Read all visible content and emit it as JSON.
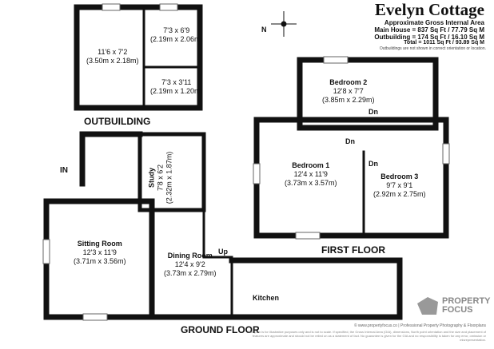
{
  "header": {
    "title": "Evelyn Cottage",
    "subtitle": "Approximate Gross Internal Area",
    "main_house": "Main House = 837 Sq Ft / 77.79 Sq M",
    "outbuilding": "Outbuilding = 174 Sq Ft / 16.10 Sq M",
    "total": "Total = 1011 Sq Ft / 93.89 Sq M",
    "note": "Outbuildings are not shown in correct orientation or location."
  },
  "compass": {
    "label": "N"
  },
  "outbuilding": {
    "label": "OUTBUILDING",
    "rooms": [
      {
        "dims": "11'6 x 7'2",
        "metric": "(3.50m x 2.18m)"
      },
      {
        "dims": "7'3 x 6'9",
        "metric": "(2.19m x 2.06m)"
      },
      {
        "dims": "7'3 x 3'11",
        "metric": "(2.19m x 1.20m)"
      }
    ]
  },
  "ground_floor": {
    "label": "GROUND FLOOR",
    "entrance": "IN",
    "up": "Up",
    "rooms": [
      {
        "name": "Study",
        "dims": "7'8 x 6'2",
        "metric": "(2.32m x 1.87m)"
      },
      {
        "name": "Sitting Room",
        "dims": "12'3 x 11'9",
        "metric": "(3.71m x 3.56m)"
      },
      {
        "name": "Dining Room",
        "dims": "12'4 x 9'2",
        "metric": "(3.73m x 2.79m)"
      },
      {
        "name": "Kitchen"
      }
    ]
  },
  "first_floor": {
    "label": "FIRST FLOOR",
    "dn": [
      "Dn",
      "Dn",
      "Dn"
    ],
    "rooms": [
      {
        "name": "Bedroom 2",
        "dims": "12'8 x 7'7",
        "metric": "(3.85m x 2.29m)"
      },
      {
        "name": "Bedroom 1",
        "dims": "12'4 x 11'9",
        "metric": "(3.73m x 3.57m)"
      },
      {
        "name": "Bedroom 3",
        "dims": "9'7 x 9'1",
        "metric": "(2.92m x 2.75m)"
      }
    ]
  },
  "footer": {
    "brand_line1": "PROPERTY",
    "brand_line2": "FOCUS",
    "credit": "© www.propertyfocus.co | Professional Property Photography & Floorplans",
    "disclaimer": "This plan is for illustrative purposes only and is not to scale. If specified, the Gross Internal Area (GIA), dimensions, North point orientation and the size and placement of features are approximate and should not be relied on as a statement of fact. No guarantee is given for the GIA and no responsibility is taken for any error, omission or misrepresentation."
  },
  "colors": {
    "wall": "#111111",
    "brand": "#888888"
  }
}
